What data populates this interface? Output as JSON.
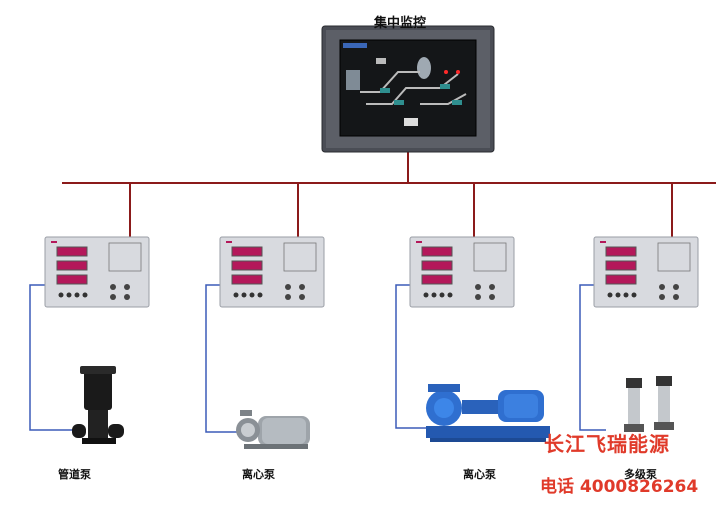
{
  "central": {
    "title": "集中监控"
  },
  "pumps": [
    {
      "label": "管道泵",
      "icon": "pipeline-pump-icon"
    },
    {
      "label": "离心泵",
      "icon": "centrifugal-pump-small-icon"
    },
    {
      "label": "离心泵",
      "icon": "centrifugal-pump-large-icon"
    },
    {
      "label": "多级泵",
      "icon": "multistage-pump-icon"
    }
  ],
  "watermark": {
    "brand": "长江飞瑞能源",
    "phone": "电话 4000826264"
  },
  "colors": {
    "bus": "#8b1a1a",
    "signal": "#3b5bb8",
    "controller": "#d8dadf",
    "display": "#b4185a",
    "brand": "#e03a2a"
  }
}
